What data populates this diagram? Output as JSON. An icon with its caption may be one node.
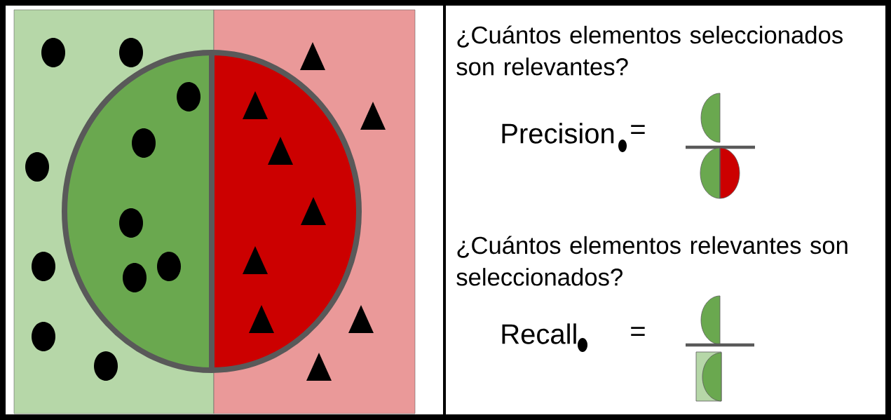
{
  "diagram": {
    "labels": [
      "¿Cuántos elementos seleccionados son relevantes?",
      "Precision",
      "=",
      "¿Cuántos elementos relevantes son seleccionados?",
      "Recall",
      "="
    ]
  }
}
